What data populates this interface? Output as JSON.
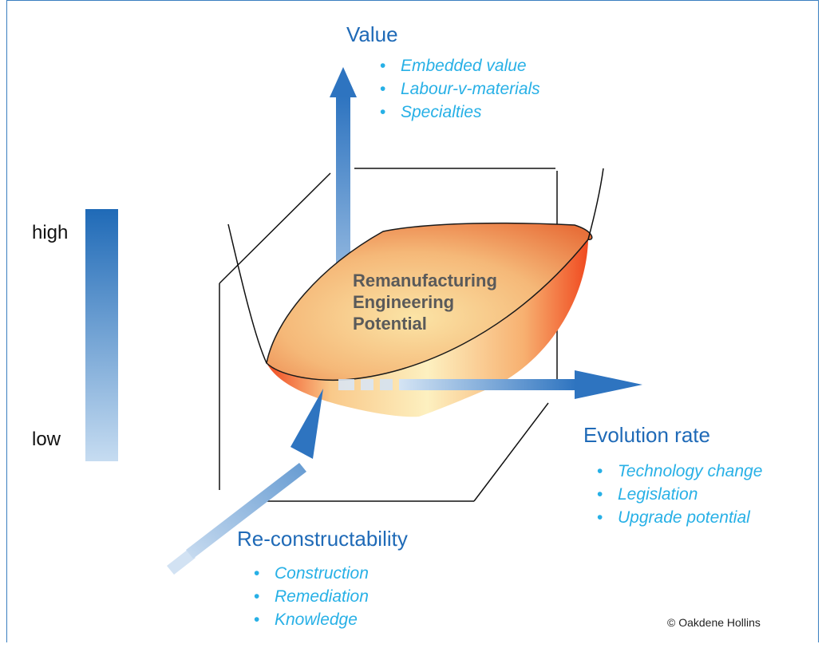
{
  "scale": {
    "high_label": "high",
    "low_label": "low"
  },
  "center_label": {
    "lines": [
      "Remanufacturing",
      "Engineering",
      "Potential"
    ]
  },
  "axes": {
    "value": {
      "title": "Value",
      "items": [
        "Embedded value",
        "Labour-v-materials",
        "Specialties"
      ]
    },
    "evolution": {
      "title": "Evolution rate",
      "items": [
        "Technology change",
        "Legislation",
        "Upgrade potential"
      ]
    },
    "reconstructability": {
      "title": "Re-constructability",
      "items": [
        "Construction",
        "Remediation",
        "Knowledge"
      ]
    }
  },
  "bullet_char": "•",
  "copyright": "© Oakdene Hollins",
  "colors": {
    "frame": "#3a7fc0",
    "axis_title": "#1f6ab7",
    "bullet_text": "#27b0e6",
    "scale_high": "#1f6ab7",
    "scale_low": "#c6dcf1"
  }
}
